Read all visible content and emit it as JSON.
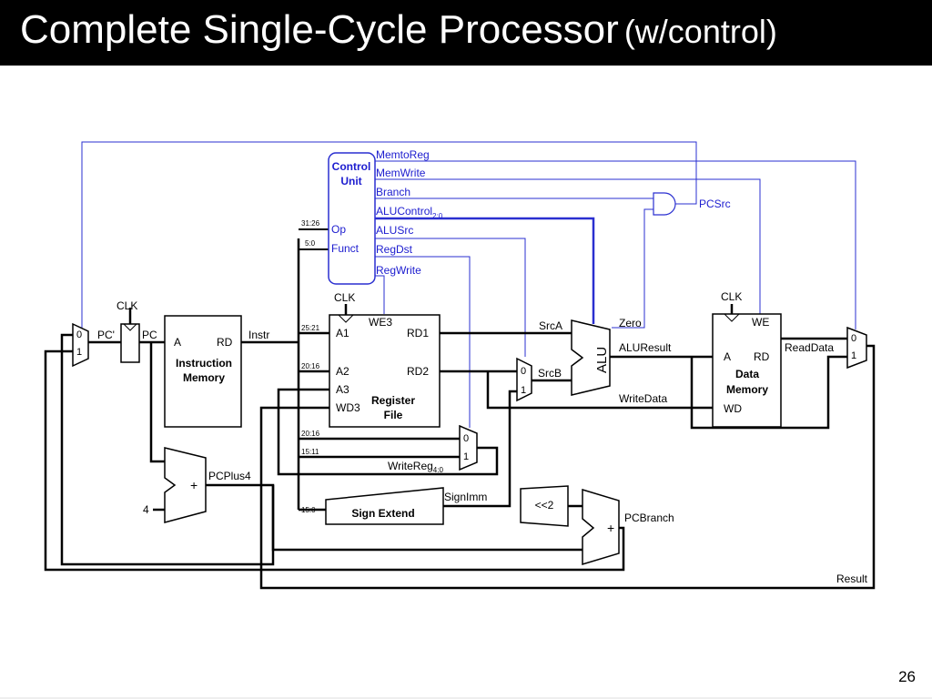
{
  "title": {
    "main": "Complete Single-Cycle Processor",
    "sub": "(w/control)"
  },
  "page_number": "26",
  "colors": {
    "control_wire": "#2a2fd0",
    "datapath": "#000000",
    "control_text": "#1c1ccf"
  },
  "control_unit": {
    "line1": "Control",
    "line2": "Unit",
    "op": "Op",
    "funct": "Funct"
  },
  "control_signals": {
    "memtoreg": "MemtoReg",
    "memwrite": "MemWrite",
    "branch": "Branch",
    "alucontrol": "ALUControl",
    "alucontrol_sub": "2:0",
    "alusrc": "ALUSrc",
    "regdst": "RegDst",
    "regwrite": "RegWrite",
    "pcsrc": "PCSrc"
  },
  "bits": {
    "b31_26": "31:26",
    "b5_0": "5:0",
    "b25_21": "25:21",
    "b20_16a": "20:16",
    "b20_16b": "20:16",
    "b15_11": "15:11",
    "b15_0": "15:0"
  },
  "labels": {
    "clk": "CLK",
    "pc_prime": "PC'",
    "pc": "PC",
    "instr": "Instr",
    "pcplus4": "PCPlus4",
    "four": "4",
    "plus": "+",
    "srca": "SrcA",
    "srcb": "SrcB",
    "zero": "Zero",
    "aluresult": "ALUResult",
    "writedata": "WriteData",
    "readdata": "ReadData",
    "writereg": "WriteReg",
    "writereg_sub": "4:0",
    "signimm": "SignImm",
    "shift": "<<2",
    "pcbranch": "PCBranch",
    "result": "Result",
    "mux0": "0",
    "mux1": "1"
  },
  "instruction_memory": {
    "a": "A",
    "rd": "RD",
    "name1": "Instruction",
    "name2": "Memory"
  },
  "register_file": {
    "we3": "WE3",
    "a1": "A1",
    "a2": "A2",
    "a3": "A3",
    "wd3": "WD3",
    "rd1": "RD1",
    "rd2": "RD2",
    "name1": "Register",
    "name2": "File"
  },
  "alu": {
    "name": "ALU"
  },
  "data_memory": {
    "we": "WE",
    "a": "A",
    "rd": "RD",
    "wd": "WD",
    "name1": "Data",
    "name2": "Memory"
  },
  "sign_extend": {
    "name": "Sign Extend"
  }
}
